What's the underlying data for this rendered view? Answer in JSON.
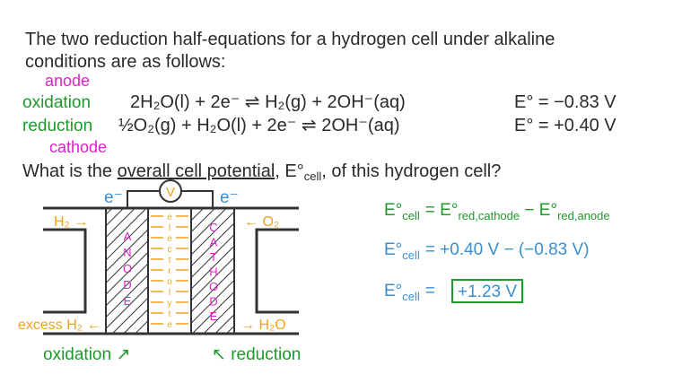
{
  "intro": {
    "line1": "The two reduction half-equations for a hydrogen cell under alkaline",
    "line2": "conditions are as follows:"
  },
  "equations": [
    {
      "label": "oxidation",
      "note": "anode",
      "equation": "2H₂O(l) + 2e⁻ ⇌ H₂(g) + 2OH⁻(aq)",
      "potential": "E° = −0.83 V"
    },
    {
      "label": "reduction",
      "note": "cathode",
      "equation": "½O₂(g) + H₂O(l) + 2e⁻ ⇌ 2OH⁻(aq)",
      "potential": "E° = +0.40 V"
    }
  ],
  "question": {
    "before": "What is the ",
    "underlined": "overall cell potential",
    "symbol": "E°",
    "symbol_sub": "cell",
    "after": ", of this hydrogen cell?"
  },
  "diagram": {
    "electron_left": "e⁻",
    "electron_right": "e⁻",
    "voltmeter": "V",
    "h2_in": "H₂ →",
    "o2_in": "← O₂",
    "excess_h2": "excess H₂ ←",
    "water_out": "→ H₂O",
    "anode_letters": [
      "A",
      "N",
      "O",
      "D",
      "E"
    ],
    "electrolyte_letters": [
      "e",
      "l",
      "e",
      "c",
      "t",
      "r",
      "o",
      "l",
      "y",
      "t",
      "e"
    ],
    "cathode_letters": [
      "C",
      "A",
      "T",
      "H",
      "O",
      "D",
      "E"
    ],
    "oxidation_label": "oxidation ↗",
    "reduction_label": "↖ reduction"
  },
  "solution": {
    "formula": {
      "lhs": "E°",
      "lhs_sub": "cell",
      "rhs": "= E°",
      "sub1": "red,cathode",
      "minus": " − E°",
      "sub2": "red,anode"
    },
    "substitution": {
      "lhs": "E°",
      "lhs_sub": "cell",
      "rhs": "= +0.40 V − (−0.83 V)"
    },
    "answer": {
      "lhs": "E°",
      "lhs_sub": "cell",
      "eq": "=",
      "value": "+1.23 V"
    }
  },
  "colors": {
    "green": "#1e9a2a",
    "magenta": "#e020c8",
    "orange": "#f0a020",
    "blue": "#3a8fd0"
  }
}
